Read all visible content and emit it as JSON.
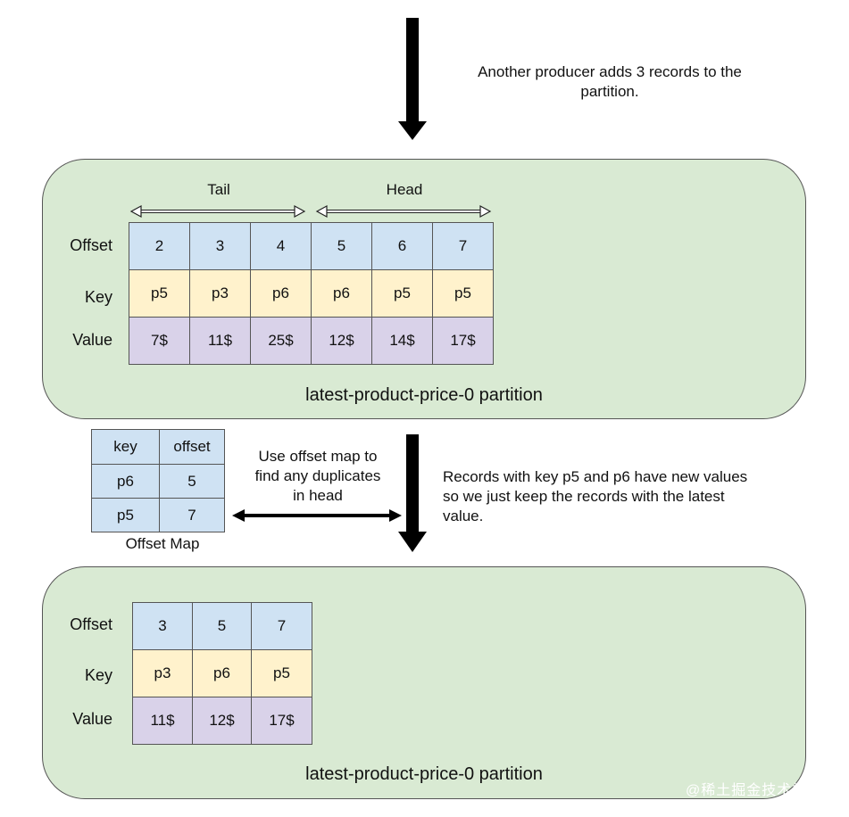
{
  "note_top": [
    "Another producer adds 3 records to the",
    "partition."
  ],
  "partition1": {
    "tail_label": "Tail",
    "head_label": "Head",
    "row_labels": [
      "Offset",
      "Key",
      "Value"
    ],
    "offsets": [
      "2",
      "3",
      "4",
      "5",
      "6",
      "7"
    ],
    "keys": [
      "p5",
      "p3",
      "p6",
      "p6",
      "p5",
      "p5"
    ],
    "values": [
      "7$",
      "11$",
      "25$",
      "12$",
      "14$",
      "17$"
    ],
    "label": "latest-product-price-0 partition"
  },
  "offset_map": {
    "headers": [
      "key",
      "offset"
    ],
    "rows": [
      [
        "p6",
        "5"
      ],
      [
        "p5",
        "7"
      ]
    ],
    "caption": "Offset Map"
  },
  "note_middle": [
    "Use offset map to",
    "find any duplicates",
    "in head"
  ],
  "note_right": [
    "Records with key p5 and p6 have new values",
    "so we just keep the records with the latest",
    "value."
  ],
  "partition2": {
    "row_labels": [
      "Offset",
      "Key",
      "Value"
    ],
    "offsets": [
      "3",
      "5",
      "7"
    ],
    "keys": [
      "p3",
      "p6",
      "p5"
    ],
    "values": [
      "11$",
      "12$",
      "17$"
    ],
    "label": "latest-product-price-0 partition"
  },
  "watermark": "@稀土掘金技术社区"
}
